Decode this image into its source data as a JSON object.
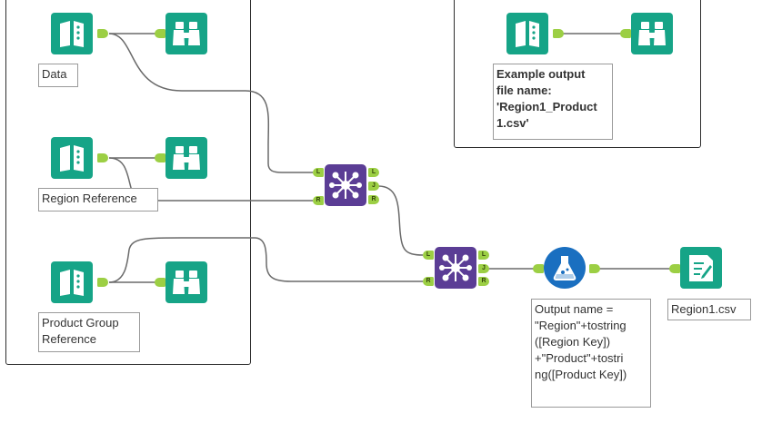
{
  "canvas": {
    "colors": {
      "tool_green": "#16a487",
      "join_purple": "#5b3d95",
      "formula_blue": "#1a6fc0",
      "anchor_green": "#9ccf44",
      "wire": "#6a6a6a"
    }
  },
  "containers": [
    {
      "id": "inputs-container"
    },
    {
      "id": "example-container"
    }
  ],
  "tools": {
    "input_data": {
      "icon": "input-data-icon",
      "label": "Data"
    },
    "browse_data": {
      "icon": "binoculars-icon"
    },
    "input_region": {
      "icon": "input-data-icon",
      "label": "Region Reference"
    },
    "browse_region": {
      "icon": "binoculars-icon"
    },
    "input_product": {
      "icon": "input-data-icon",
      "label_lines": [
        "Product Group",
        "Reference"
      ]
    },
    "browse_product": {
      "icon": "binoculars-icon"
    },
    "example_input": {
      "icon": "input-data-icon"
    },
    "example_browse": {
      "icon": "binoculars-icon"
    },
    "example_note": {
      "lines": [
        "Example output",
        "file name:",
        "'Region1_Product",
        "1.csv'"
      ]
    },
    "join1": {
      "icon": "join-icon",
      "anchors": {
        "left": "L",
        "right": "R",
        "out_left": "L",
        "out_join": "J",
        "out_right": "R"
      }
    },
    "join2": {
      "icon": "join-icon",
      "anchors": {
        "left": "L",
        "right": "R",
        "out_left": "L",
        "out_join": "J",
        "out_right": "R"
      }
    },
    "formula": {
      "icon": "formula-flask-icon",
      "label_lines": [
        "Output name =",
        "\"Region\"+tostring",
        "([Region Key])",
        "+\"Product\"+tostri",
        "ng([Product Key])"
      ]
    },
    "output": {
      "icon": "output-data-icon",
      "label": "Region1.csv"
    }
  }
}
